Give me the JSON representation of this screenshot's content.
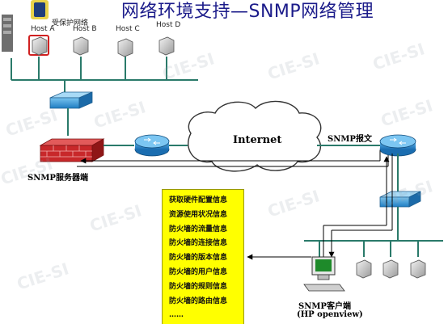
{
  "title": "网络环境支持—SNMP网络管理",
  "protected_network_label": "受保护网络",
  "hosts": [
    "Host A",
    "Host B",
    "Host C",
    "Host D"
  ],
  "internet_label": "Internet",
  "snmp_message_label": "SNMP报文",
  "snmp_server_label": "SNMP服务器端",
  "snmp_client_label": "SNMP客户端",
  "snmp_client_sub": "(HP openview)",
  "info_items": [
    "获取硬件配置信息",
    "资源使用状况信息",
    "防火墙的流量信息",
    "防火墙的连接信息",
    "防火墙的版本信息",
    "防火墙的用户信息",
    "防火墙的规则信息",
    "防火墙的路由信息",
    "……"
  ],
  "watermark": "CIE-SI",
  "colors": {
    "title": "#1b1b8a",
    "infobox": "#ffff00",
    "firewall": "#c8282a",
    "router": "#2a8fd6",
    "switch": "#3aa0d8",
    "lan_line": "#2a7a6a"
  }
}
